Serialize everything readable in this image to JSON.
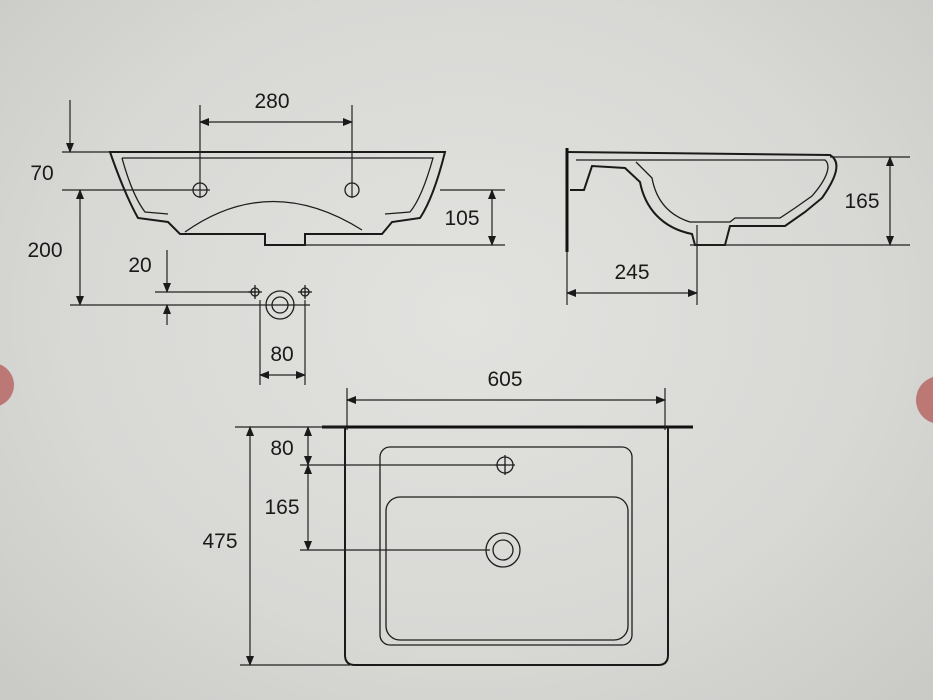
{
  "front_view": {
    "hole_spacing": "280",
    "rim_to_hole": "70",
    "height_to_waste": "200",
    "basin_depth": "105",
    "waste_offset": "20",
    "waste_width": "80"
  },
  "side_view": {
    "height": "165",
    "depth_to_waste": "245"
  },
  "top_view": {
    "width": "605",
    "wall_to_tap": "80",
    "tap_to_drain": "165",
    "depth": "475"
  },
  "colors": {
    "background": "#d8d8d5",
    "line": "#1a1a1a",
    "edge_accent": "#b5605e"
  }
}
